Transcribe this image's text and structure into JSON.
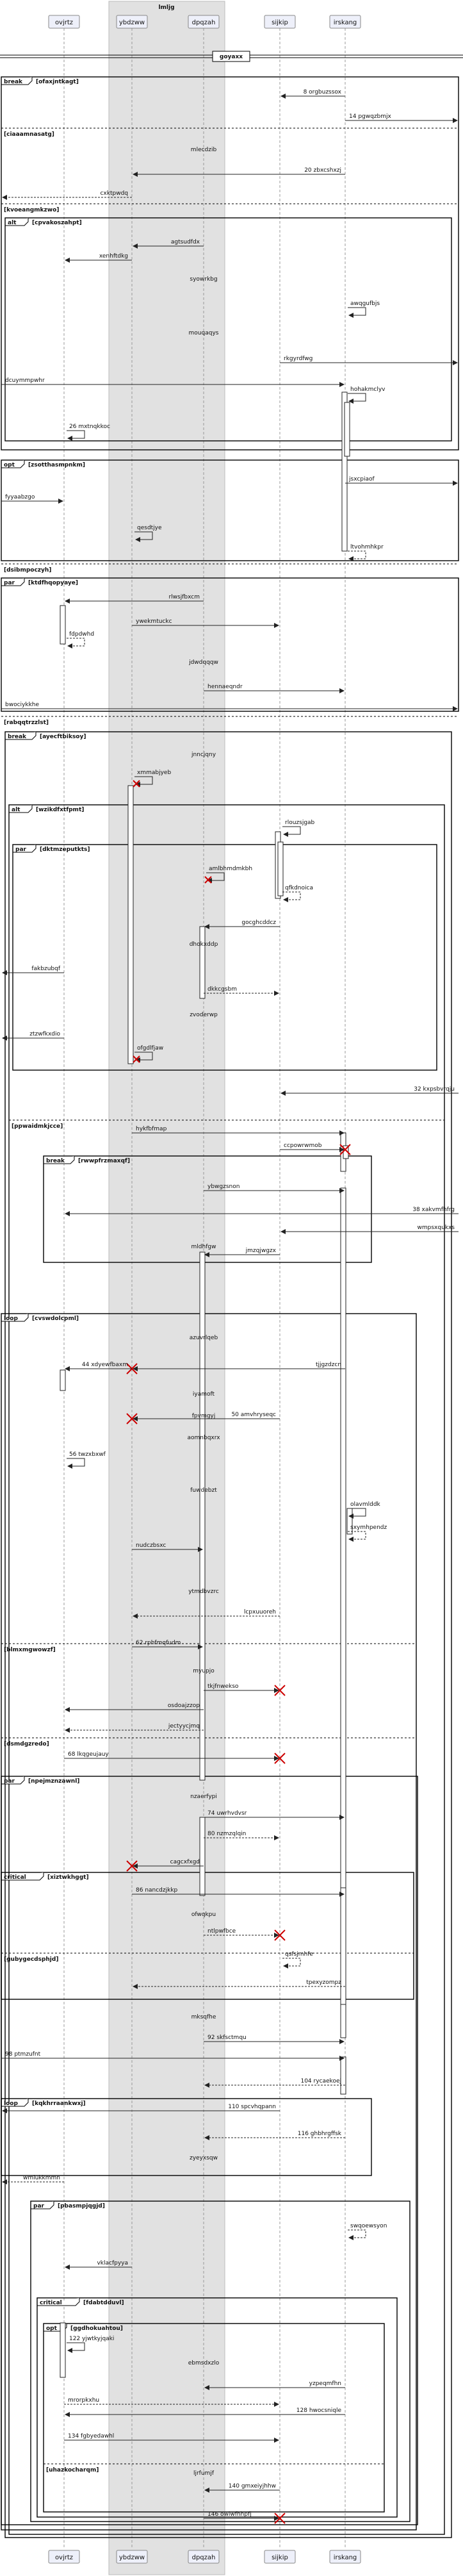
{
  "participants": [
    {
      "id": "p1",
      "label": "ovjrtz"
    },
    {
      "id": "p2",
      "label": "ybdzww"
    },
    {
      "id": "p3",
      "label": "dpqzah"
    },
    {
      "id": "p4",
      "label": "sijkip"
    },
    {
      "id": "p5",
      "label": "irskang"
    }
  ],
  "box_title": "lmljg",
  "divider_label": "goyaxx",
  "fragments": [
    {
      "kind": "break",
      "guard": "[ofaxjntkagt]"
    },
    {
      "kind": "",
      "guard": "[ciaaamnasatg]"
    },
    {
      "kind": "",
      "guard": "[kvoeangmkzwo]"
    },
    {
      "kind": "alt",
      "guard": "[cpvakoszahpt]"
    },
    {
      "kind": "opt",
      "guard": "[zsotthasmpnkm]"
    },
    {
      "kind": "",
      "guard": "[dsibmpoczyh]"
    },
    {
      "kind": "par",
      "guard": "[ktdfhqopyaye]"
    },
    {
      "kind": "",
      "guard": "[rabqqtrzzlst]"
    },
    {
      "kind": "break",
      "guard": "[ayecftbiksoy]"
    },
    {
      "kind": "alt",
      "guard": "[wzikdfxtfpmt]"
    },
    {
      "kind": "par",
      "guard": "[dktmzeputkts]"
    },
    {
      "kind": "",
      "guard": "[ppwaidmkjcce]"
    },
    {
      "kind": "break",
      "guard": "[rwwpfrzmaxqf]"
    },
    {
      "kind": "loop",
      "guard": "[cvswdolcpml]"
    },
    {
      "kind": "",
      "guard": "[blmxmgwowzf]"
    },
    {
      "kind": "",
      "guard": "[dsmdgzredo]"
    },
    {
      "kind": "par",
      "guard": "[npejmznzawnl]"
    },
    {
      "kind": "critical",
      "guard": "[xiztwkhggt]"
    },
    {
      "kind": "",
      "guard": "[gubygecdsphjd]"
    },
    {
      "kind": "loop",
      "guard": "[kqkhrraankwxj]"
    },
    {
      "kind": "par",
      "guard": "[pbasmpjqgjd]"
    },
    {
      "kind": "critical",
      "guard": "[fdabtdduvl]"
    },
    {
      "kind": "opt",
      "guard": "[ggdhokuahtou]"
    },
    {
      "kind": "",
      "guard": "[uhazkocharqm]"
    }
  ],
  "messages": [
    {
      "num": "8",
      "text": "orgbuzssox"
    },
    {
      "num": "14",
      "text": "pgwqzbmjx"
    },
    {
      "num": "",
      "text": "mlecdzib"
    },
    {
      "num": "20",
      "text": "zbxcshxzj"
    },
    {
      "num": "",
      "text": "cxktpwdq"
    },
    {
      "num": "",
      "text": "agtsudfdx"
    },
    {
      "num": "",
      "text": "xenhftdkg"
    },
    {
      "num": "",
      "text": "syowrkbg"
    },
    {
      "num": "",
      "text": "awqgufbjs"
    },
    {
      "num": "",
      "text": "mouqaqys"
    },
    {
      "num": "",
      "text": "rkgyrdfwg"
    },
    {
      "num": "",
      "text": "dcuymmpwhr"
    },
    {
      "num": "",
      "text": "hohakmclyv"
    },
    {
      "num": "26",
      "text": "mxtnqkkoc"
    },
    {
      "num": "",
      "text": "jsxcpiaof"
    },
    {
      "num": "",
      "text": "fyyaabzgo"
    },
    {
      "num": "",
      "text": "qesdtjye"
    },
    {
      "num": "",
      "text": "ltvohmhkpr"
    },
    {
      "num": "",
      "text": "rlwsjfbxcm"
    },
    {
      "num": "",
      "text": "ywekmtuckc"
    },
    {
      "num": "",
      "text": "fdpdwhd"
    },
    {
      "num": "",
      "text": "jdwdqqqw"
    },
    {
      "num": "",
      "text": "hennaeqndr"
    },
    {
      "num": "",
      "text": "bwociykkhe"
    },
    {
      "num": "",
      "text": "jnncjqny"
    },
    {
      "num": "",
      "text": "xmmabjyeb"
    },
    {
      "num": "",
      "text": "rlouzsjgab"
    },
    {
      "num": "",
      "text": "amlbhmdmkbh"
    },
    {
      "num": "",
      "text": "qfkdnoica"
    },
    {
      "num": "",
      "text": "gocghcddcz"
    },
    {
      "num": "",
      "text": "dhokxddp"
    },
    {
      "num": "",
      "text": "fakbzubqf"
    },
    {
      "num": "",
      "text": "dkkcgsbm"
    },
    {
      "num": "",
      "text": "zvoderwp"
    },
    {
      "num": "",
      "text": "ztzwfkxdio"
    },
    {
      "num": "",
      "text": "ofgdlfjaw"
    },
    {
      "num": "32",
      "text": "kxpsbvrqju"
    },
    {
      "num": "",
      "text": "hykfbfmap"
    },
    {
      "num": "",
      "text": "ccpowrwmob"
    },
    {
      "num": "38",
      "text": "xakvmfhfrg"
    },
    {
      "num": "",
      "text": "ybwgzsnon"
    },
    {
      "num": "",
      "text": "mldhfgw"
    },
    {
      "num": "",
      "text": "wmpsxqukxs"
    },
    {
      "num": "",
      "text": "jmzqjwgzx"
    },
    {
      "num": "",
      "text": "azuvrlqeb"
    },
    {
      "num": "",
      "text": "tjjgzdzcn"
    },
    {
      "num": "",
      "text": "iyamoft"
    },
    {
      "num": "44",
      "text": "xdyewfbaxm"
    },
    {
      "num": "",
      "text": "fpvmgyj"
    },
    {
      "num": "50",
      "text": "amvhryseqc"
    },
    {
      "num": "",
      "text": "aomnbqxrx"
    },
    {
      "num": "56",
      "text": "twzxbxwf"
    },
    {
      "num": "",
      "text": "fuwdebzt"
    },
    {
      "num": "",
      "text": "olavmlddk"
    },
    {
      "num": "",
      "text": "nudczbsxc"
    },
    {
      "num": "",
      "text": "sxymhpendz"
    },
    {
      "num": "",
      "text": "ytmdbvzrc"
    },
    {
      "num": "",
      "text": "lcpxuuoreh"
    },
    {
      "num": "62",
      "text": "rphfmqfudm"
    },
    {
      "num": "",
      "text": "myupjo"
    },
    {
      "num": "",
      "text": "tkjfnwekso"
    },
    {
      "num": "",
      "text": "osdoajzzop"
    },
    {
      "num": "",
      "text": "jectyycjmq"
    },
    {
      "num": "68",
      "text": "lkqgeujauy"
    },
    {
      "num": "",
      "text": "nzaerfypi"
    },
    {
      "num": "74",
      "text": "uwrhvdvsr"
    },
    {
      "num": "80",
      "text": "nzmzqlqin"
    },
    {
      "num": "",
      "text": "cagcxfxgd"
    },
    {
      "num": "86",
      "text": "nancdzjkkp"
    },
    {
      "num": "",
      "text": "ofwqkpu"
    },
    {
      "num": "",
      "text": "ntlpwfbce"
    },
    {
      "num": "",
      "text": "qsfsjmhfe"
    },
    {
      "num": "",
      "text": "tpexyzompz"
    },
    {
      "num": "",
      "text": "mksqfhe"
    },
    {
      "num": "92",
      "text": "skfsctmqu"
    },
    {
      "num": "98",
      "text": "ptmzufnt"
    },
    {
      "num": "104",
      "text": "rycaekoej"
    },
    {
      "num": "110",
      "text": "spcvhqpann"
    },
    {
      "num": "116",
      "text": "ghbhrgffsk"
    },
    {
      "num": "",
      "text": "zyeyxsqw"
    },
    {
      "num": "",
      "text": "wmlukkmmn"
    },
    {
      "num": "",
      "text": "swqoewsyon"
    },
    {
      "num": "",
      "text": "vklacfpyya"
    },
    {
      "num": "122",
      "text": "yjwtkyjqaki"
    },
    {
      "num": "",
      "text": "ebmsdxzlo"
    },
    {
      "num": "",
      "text": "yzpeqmfhn"
    },
    {
      "num": "",
      "text": "mrorpkxhu"
    },
    {
      "num": "128",
      "text": "hwocsniqle"
    },
    {
      "num": "134",
      "text": "fgbyedawhl"
    },
    {
      "num": "",
      "text": "ljrfumjf"
    },
    {
      "num": "140",
      "text": "gmxeiyjhhw"
    },
    {
      "num": "146",
      "text": "owlwfhhpfj"
    }
  ]
}
